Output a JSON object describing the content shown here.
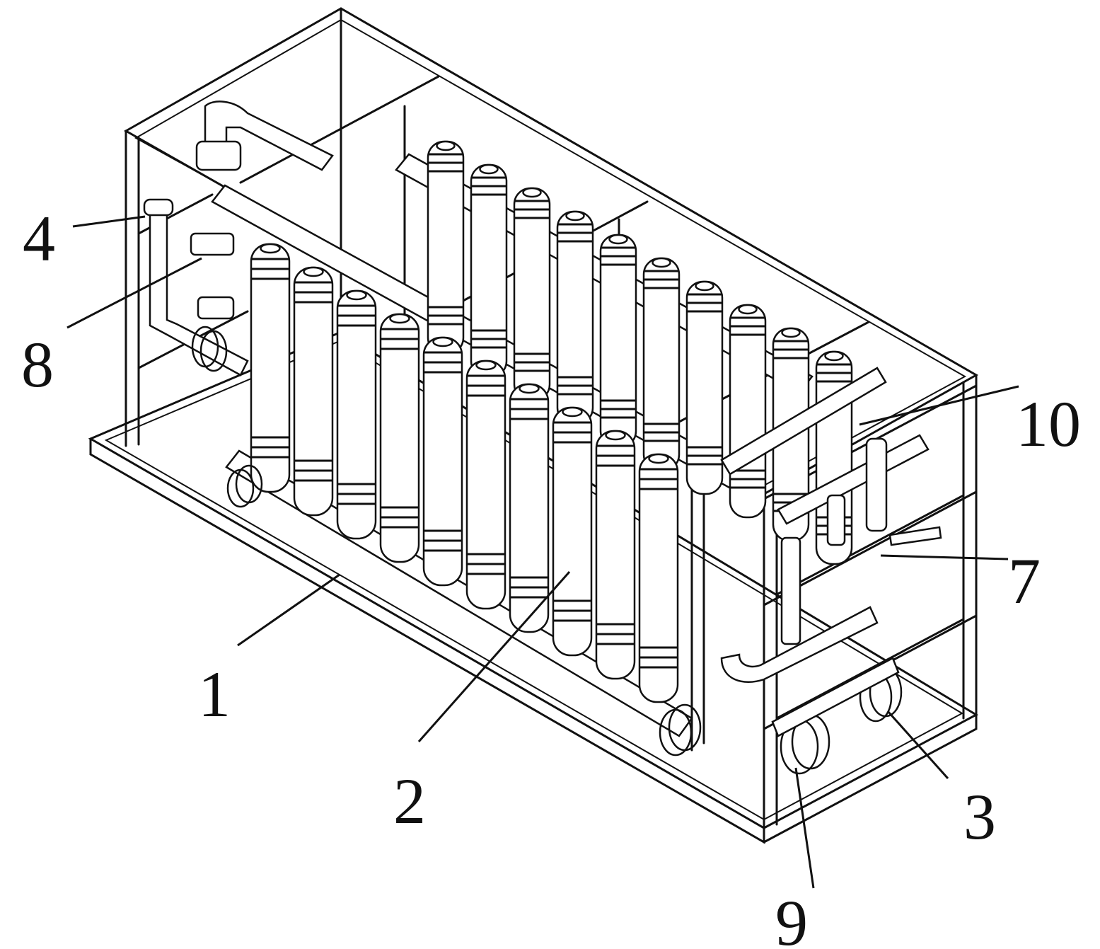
{
  "figure": {
    "callouts": [
      {
        "id": "c4",
        "text": "4"
      },
      {
        "id": "c8",
        "text": "8"
      },
      {
        "id": "c10",
        "text": "10"
      },
      {
        "id": "c7",
        "text": "7"
      },
      {
        "id": "c1",
        "text": "1"
      },
      {
        "id": "c2",
        "text": "2"
      },
      {
        "id": "c3",
        "text": "3"
      },
      {
        "id": "c9",
        "text": "9"
      }
    ],
    "membrane_count_front": 10,
    "membrane_count_back": 10
  }
}
